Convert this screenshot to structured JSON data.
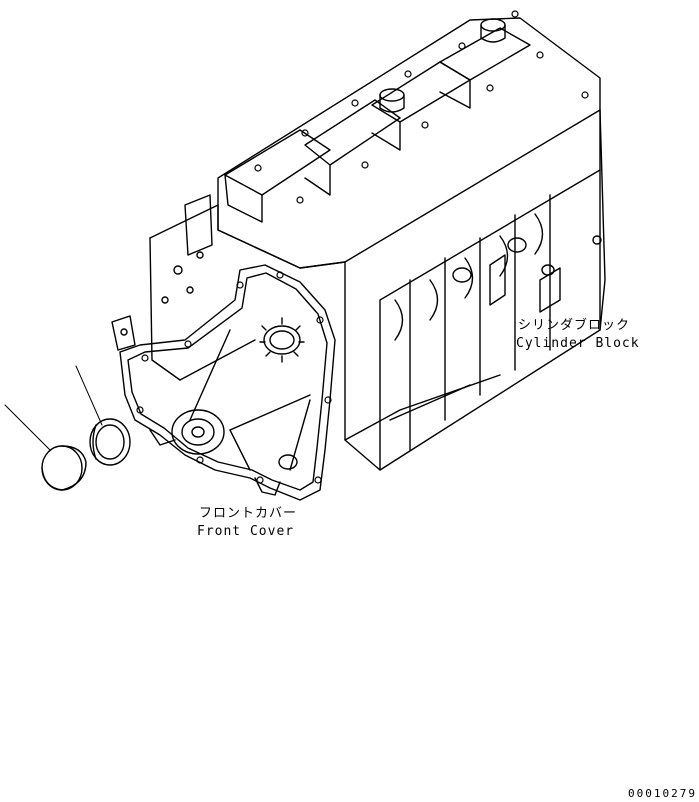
{
  "labels": {
    "cylinder_block_jp": "シリンダブロック",
    "cylinder_block_en": "Cylinder Block",
    "front_cover_jp": "フロントカバー",
    "front_cover_en": "Front Cover"
  },
  "drawing_code": "00010279",
  "line_color": "#000000"
}
